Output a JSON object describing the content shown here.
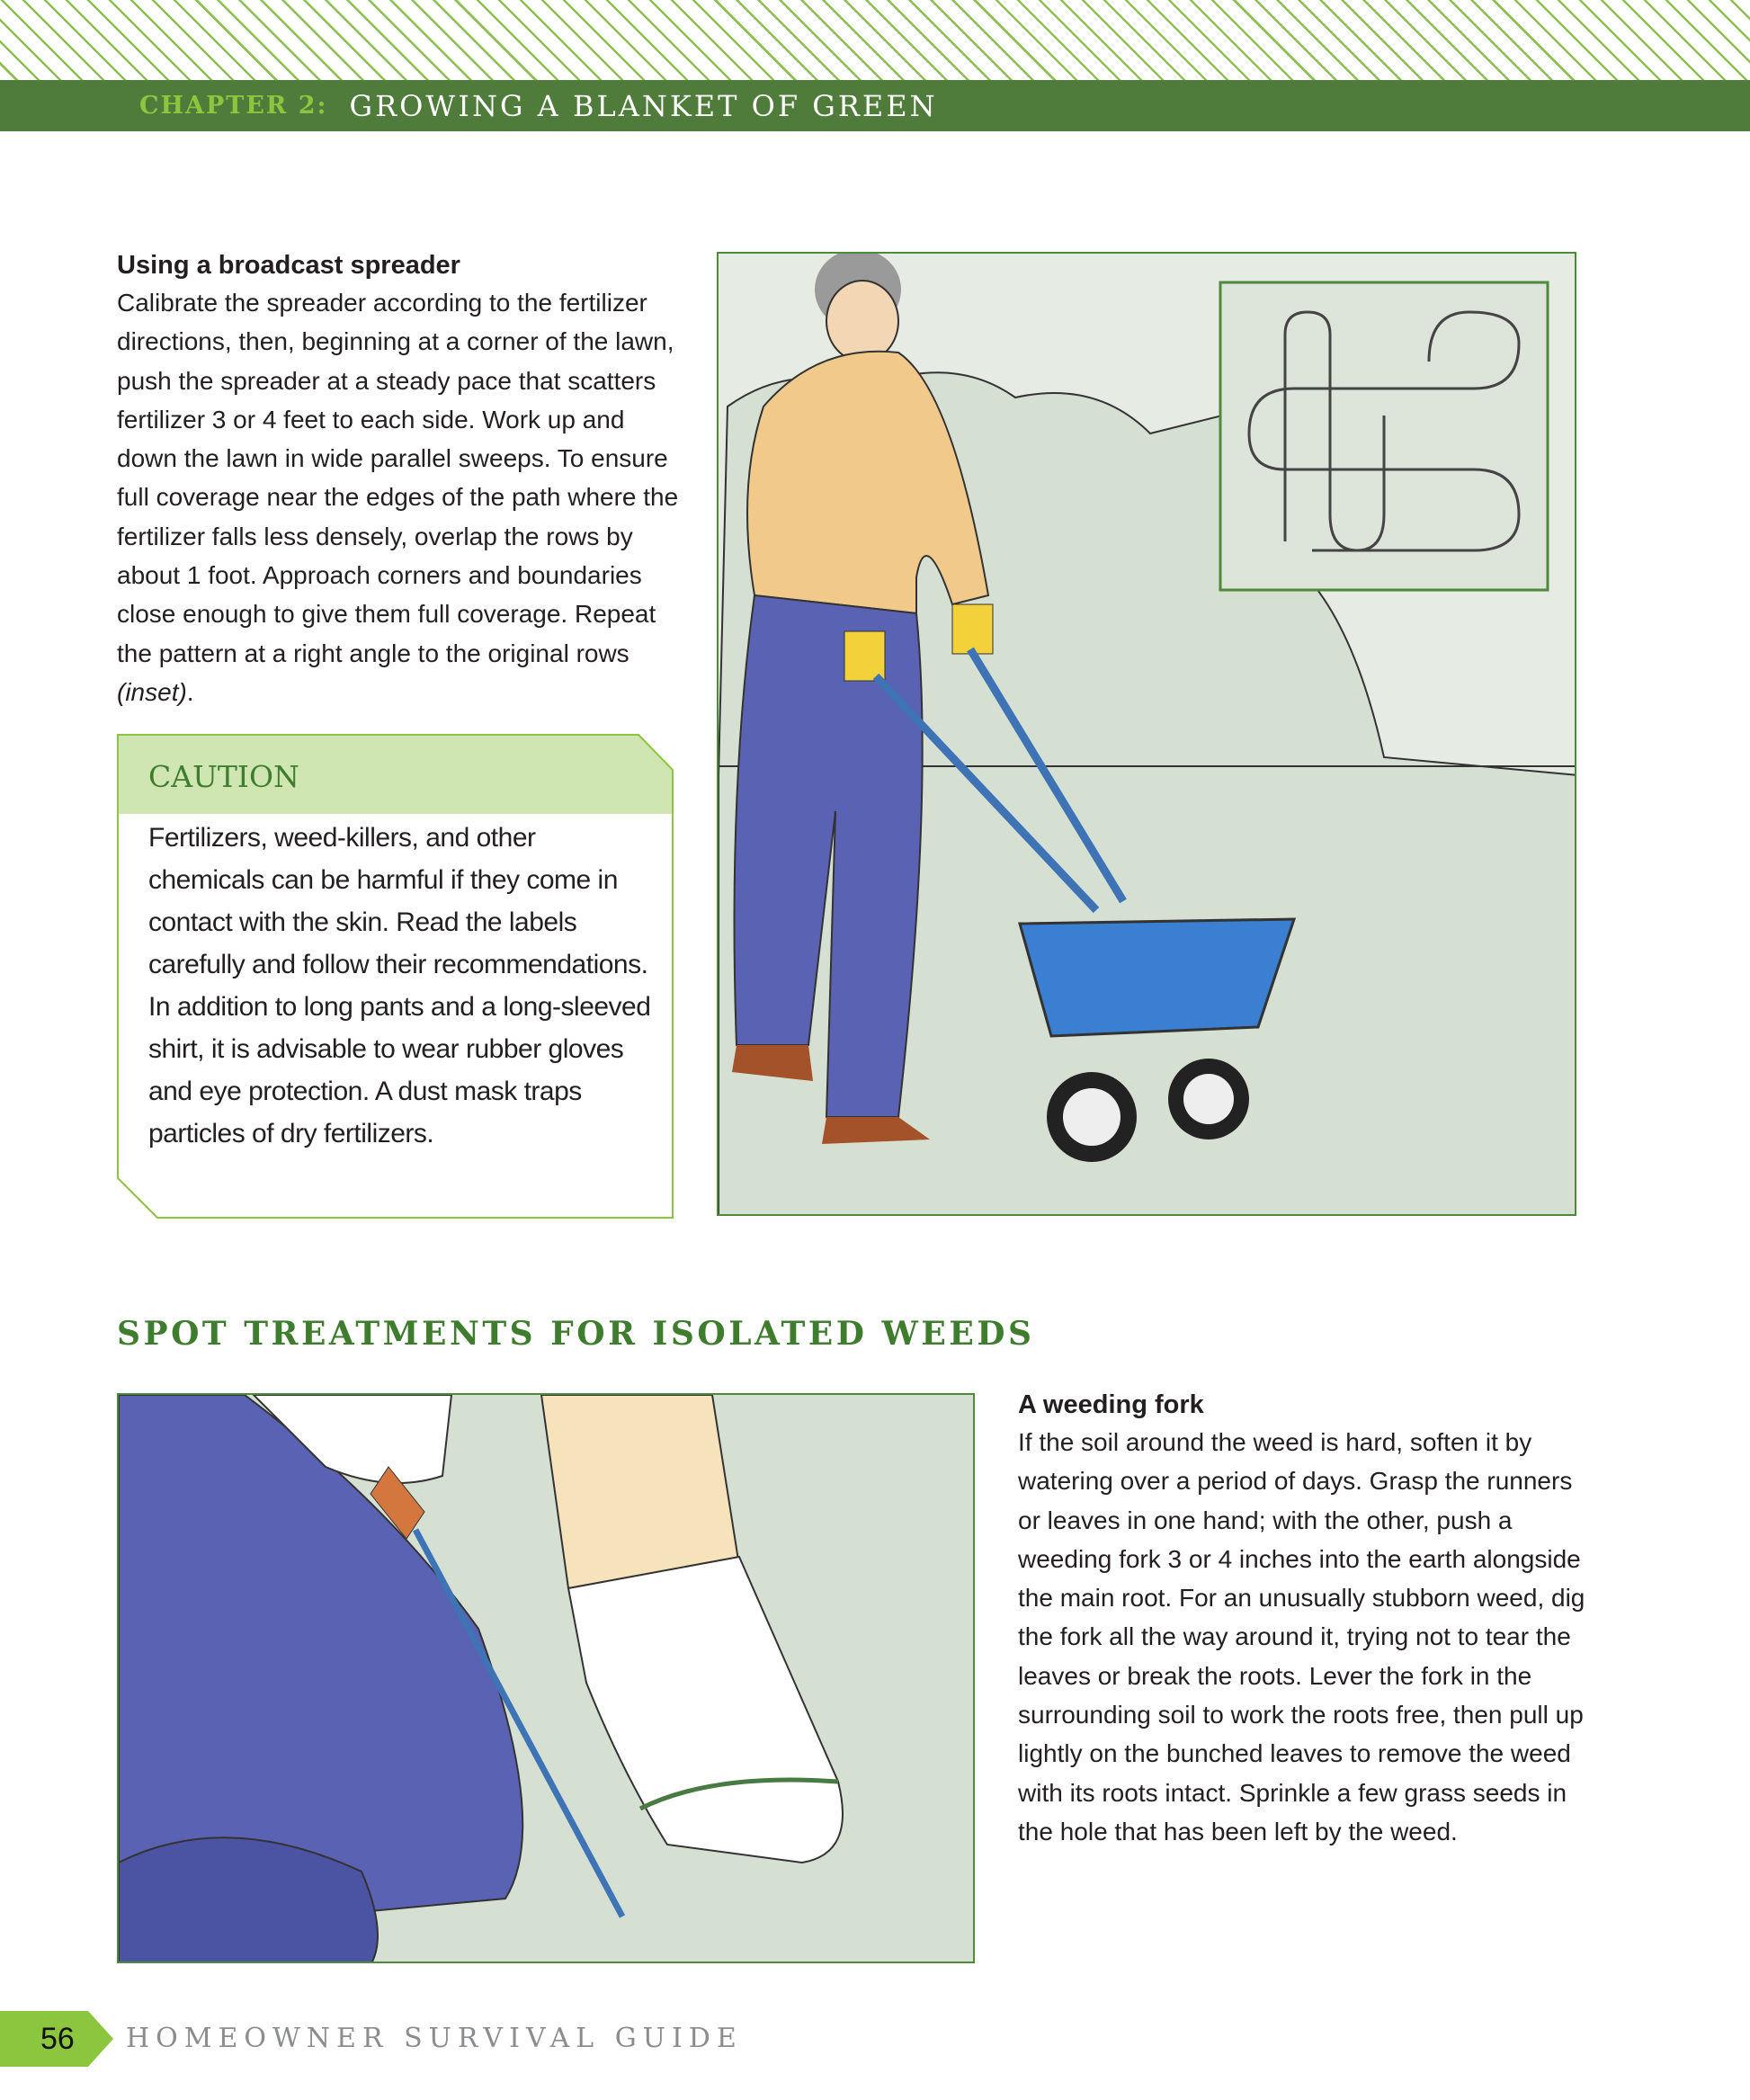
{
  "header": {
    "chapter_label": "CHAPTER 2:",
    "chapter_title": "GROWING A BLANKET OF GREEN"
  },
  "spreader": {
    "heading": "Using a broadcast spreader",
    "body": "Calibrate the spreader according to the fertilizer directions, then, beginning at a corner of the lawn, push the spreader at a steady pace that scatters fertilizer 3 or 4 feet to each side. Work up and down the lawn in wide parallel sweeps. To ensure full coverage near the edges of the path where the fertilizer falls less densely, overlap the rows by about 1 foot. Approach corners and boundaries close enough to give them full coverage. Repeat the pattern at a right angle to the original rows ",
    "body_italic": "(inset)",
    "body_end": "."
  },
  "caution": {
    "title": "CAUTION",
    "body": "Fertilizers, weed-killers, and other chemicals can be harmful if they come in contact with the skin. Read the labels carefully and follow their recommendations. In addition to long pants and a long-sleeved shirt, it is advisable to wear rubber gloves and eye protection. A dust mask traps particles of dry fertilizers."
  },
  "section": {
    "title": "SPOT TREATMENTS FOR ISOLATED WEEDS"
  },
  "fork": {
    "heading": "A weeding fork",
    "body": "If the soil around the weed is hard, soften it by watering over a period of days. Grasp the runners or leaves in one hand; with the other, push a weeding fork 3 or 4 inches into the earth alongside the main root. For an unusually stubborn weed, dig the fork all the way around it, trying not to tear the leaves or break the roots. Lever the fork in the surrounding soil to work the roots free, then pull up lightly on the bunched leaves to remove the weed with its roots intact. Sprinkle a few grass seeds in the hole that has been left by the weed."
  },
  "footer": {
    "page_number": "56",
    "book_title": "HOMEOWNER SURVIVAL GUIDE"
  },
  "colors": {
    "band": "#4f7c3a",
    "accent": "#8cc63f",
    "heading_green": "#3f7d2e"
  }
}
